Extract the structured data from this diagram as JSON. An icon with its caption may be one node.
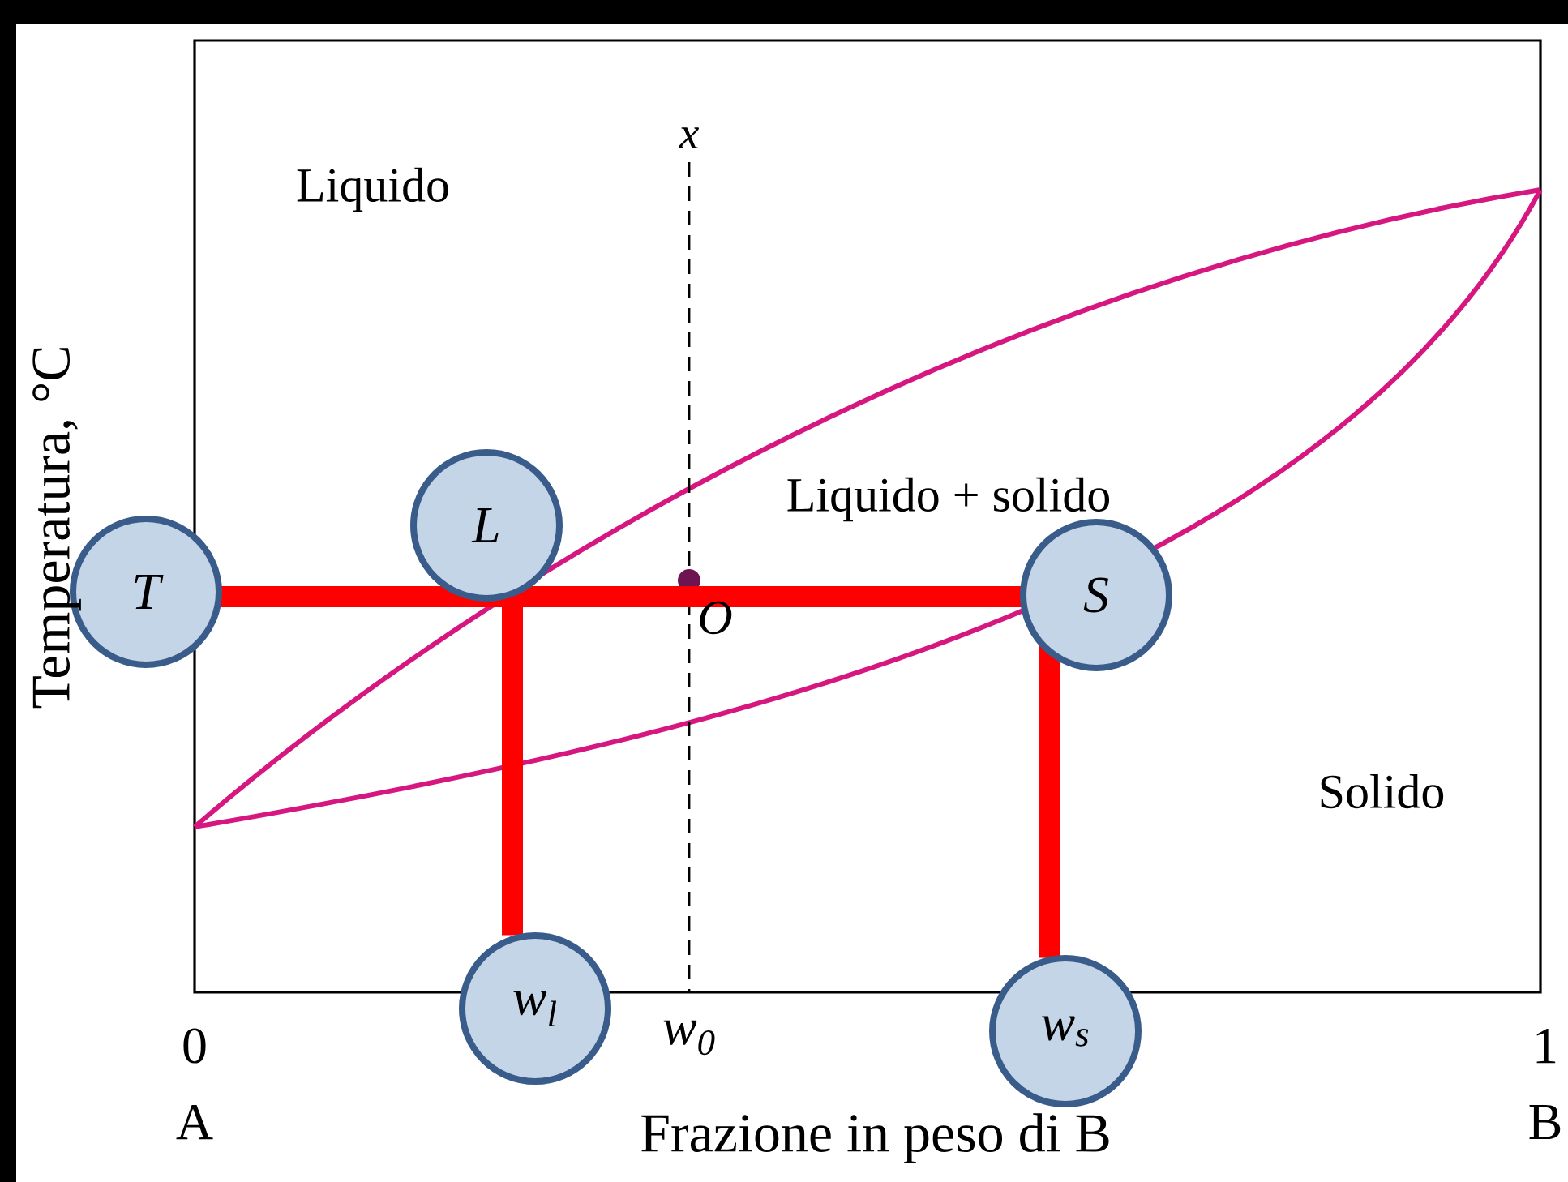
{
  "diagram": {
    "nodes": [
      {
        "text": [
          "T"
        ]
      },
      {
        "text": [
          "L"
        ]
      },
      {
        "text": [
          "S"
        ]
      },
      {
        "text": [
          "w$_{l}$"
        ]
      },
      {
        "text": [
          "w$_{s}$"
        ]
      }
    ],
    "edges": [
      {
        "from": 0,
        "to": 2,
        "arrow": "none"
      },
      {
        "from": 1,
        "to": 3,
        "arrow": "none"
      },
      {
        "from": 2,
        "to": 4,
        "arrow": "none"
      }
    ],
    "labels": [
      "x",
      "Liquido",
      "Liquido + solido",
      "O",
      "Solido",
      "Temperatura, °C",
      "0",
      "w$_{0}$",
      "1",
      "A",
      "Frazione in peso di B",
      "B"
    ]
  }
}
